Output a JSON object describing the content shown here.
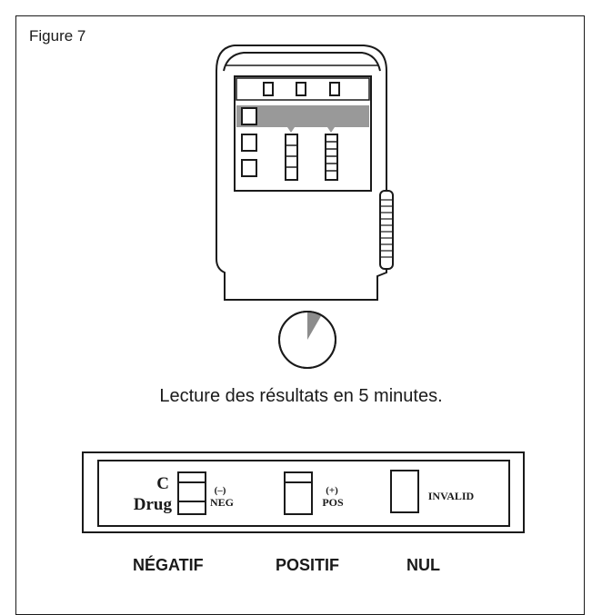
{
  "figure_label": "Figure 7",
  "caption": "Lecture des résultats en 5 minutes.",
  "strip": {
    "c_label": "C",
    "drug_label": "Drug",
    "neg_sign": "(–)",
    "neg_label": "NEG",
    "pos_sign": "(+)",
    "pos_label": "POS",
    "invalid_label": "INVALID"
  },
  "results": {
    "negative": "NÉGATIF",
    "positive": "POSITIF",
    "invalid": "NUL"
  },
  "timer": {
    "elapsed_fraction": 0.083,
    "fill_color": "#8c8c8c"
  },
  "colors": {
    "window_band": "#999999",
    "line": "#1a1a1a"
  }
}
